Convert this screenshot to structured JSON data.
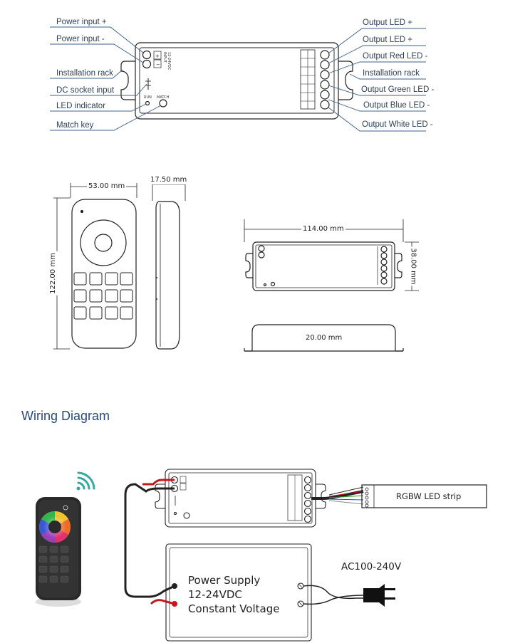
{
  "top_diagram": {
    "left_labels": [
      "Power input +",
      "Power input -",
      "Installation rack",
      "DC socket input",
      "LED indicator",
      "Match key"
    ],
    "right_labels": [
      "Output LED +",
      "Output LED +",
      "Output Red LED -",
      "Installation rack",
      "Output Green LED -",
      "Output Blue LED -",
      "Output White LED -"
    ],
    "input_text": "INPUT",
    "voltage_text": "12-24VDC",
    "run_text": "RUN",
    "match_text": "MATCH"
  },
  "dimensions": {
    "remote_width": "53.00 mm",
    "remote_depth": "17.50 mm",
    "remote_height": "122.00 mm",
    "controller_length": "114.00 mm",
    "controller_width": "38.00 mm",
    "controller_height": "20.00 mm"
  },
  "wiring": {
    "section_title": "Wiring Diagram",
    "power_supply_lines": [
      "Power Supply",
      "12-24VDC",
      "Constant Voltage"
    ],
    "ac_label": "AC100-240V",
    "strip_label": "RGBW LED strip"
  },
  "colors": {
    "line_blue": "#3d5f8c",
    "title_blue": "#2a4a78",
    "remote_dark": "#2a2a2a"
  }
}
